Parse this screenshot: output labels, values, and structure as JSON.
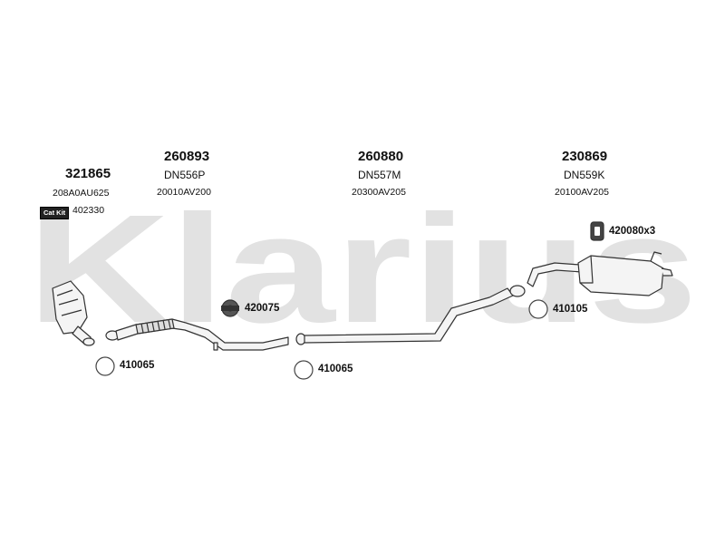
{
  "watermark": "Klarius",
  "parts": [
    {
      "number": "321865",
      "dn": "",
      "code": "208A0AU625"
    },
    {
      "number": "260893",
      "dn": "DN556P",
      "code": "20010AV200"
    },
    {
      "number": "260880",
      "dn": "DN557M",
      "code": "20300AV205"
    },
    {
      "number": "230869",
      "dn": "DN559K",
      "code": "20100AV205"
    }
  ],
  "cat_kit": {
    "badge": "Cat Kit",
    "number": "402330"
  },
  "fittings": [
    {
      "label": "420080x3",
      "icon": "hanger-icon"
    },
    {
      "label": "420075",
      "icon": "mounting-rubber-icon"
    },
    {
      "label": "410105",
      "icon": "gasket-ring-icon"
    },
    {
      "label": "410065",
      "icon": "gasket-ring-icon"
    },
    {
      "label": "410065",
      "icon": "gasket-ring-icon"
    }
  ]
}
